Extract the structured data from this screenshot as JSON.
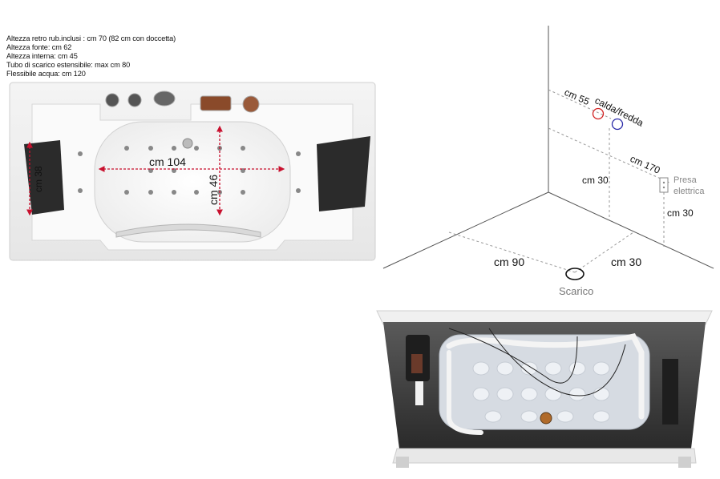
{
  "specs": [
    "Altezza retro rub.inclusi : cm 70 (82 cm con doccetta)",
    "Altezza fonte: cm 62",
    "Altezza interna: cm 45",
    "Tubo di scarico estensibile: max cm 80",
    "Flessibile acqua: cm 120"
  ],
  "tub": {
    "length_label": "cm 104",
    "width_label": "cm 46",
    "headrest_label": "cm 38"
  },
  "room": {
    "cm55": "cm 55",
    "calda": "calda/fredda",
    "cm170": "cm 170",
    "cm30_pipe": "cm 30",
    "presa_line1": "Presa",
    "presa_line2": "elettrica",
    "cm30_presa": "cm 30",
    "cm90": "cm 90",
    "cm30_floor": "cm 30",
    "scarico": "Scarico"
  },
  "colors": {
    "dimension_red": "#c8102e",
    "hot_red": "#d22222",
    "cold_blue": "#2a2aa8",
    "line_grey": "#555555"
  }
}
